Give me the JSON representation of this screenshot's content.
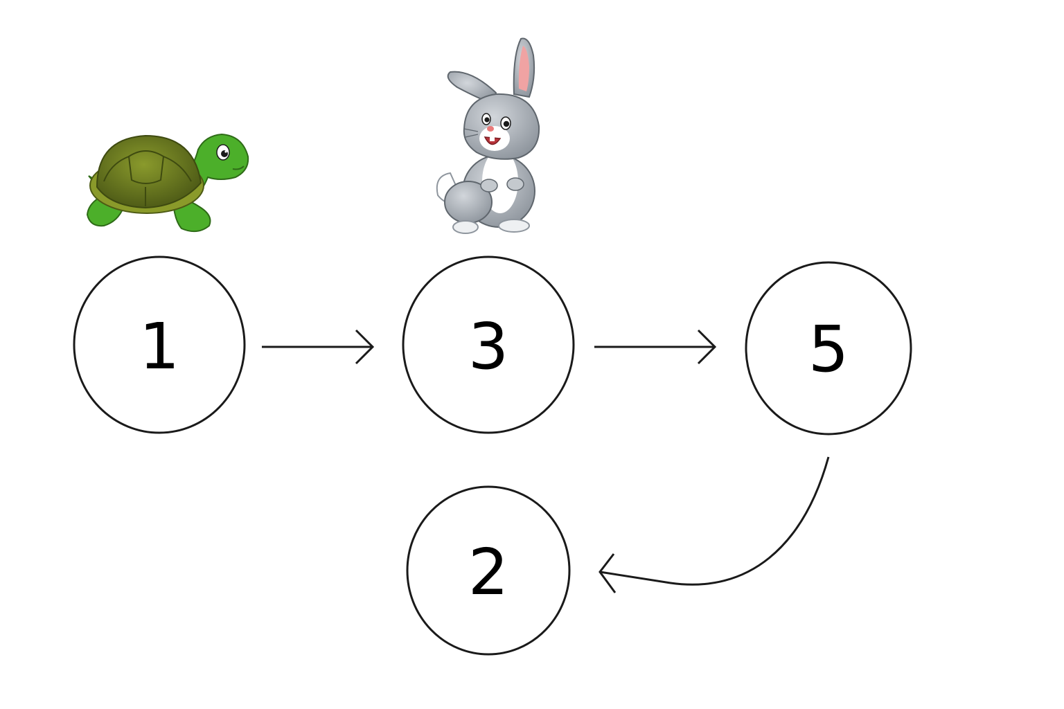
{
  "nodes": [
    {
      "id": "n1",
      "label": "1"
    },
    {
      "id": "n3",
      "label": "3"
    },
    {
      "id": "n5",
      "label": "5"
    },
    {
      "id": "n2",
      "label": "2"
    }
  ],
  "edges": [
    {
      "from": "1",
      "to": "3"
    },
    {
      "from": "3",
      "to": "5"
    },
    {
      "from": "5",
      "to": "2"
    }
  ],
  "pointers": {
    "slow": {
      "icon": "turtle-icon",
      "at_node": "1"
    },
    "fast": {
      "icon": "rabbit-icon",
      "at_node": "3"
    }
  },
  "colors": {
    "stroke": "#1a1a1a",
    "turtle_shell": "#5a6b1c",
    "turtle_body": "#4caf2a",
    "rabbit_fur": "#a8aeb5",
    "rabbit_ear_inner": "#f0a3a3"
  }
}
